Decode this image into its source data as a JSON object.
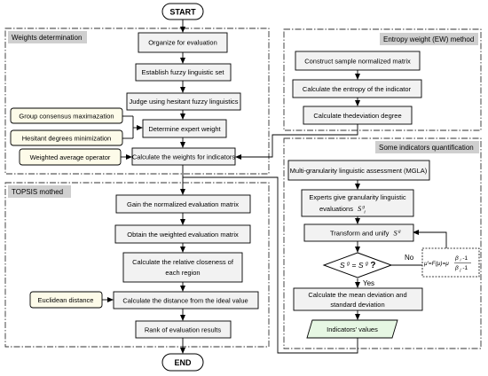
{
  "terminals": {
    "start": "START",
    "end": "END"
  },
  "sections": {
    "weights": "Weights determination",
    "entropy": "Entropy weight (EW) method",
    "topsis": "TOPSIS mothed",
    "indicators": "Some indicators quantification"
  },
  "weights_steps": {
    "organize": "Organize for evaluation",
    "establish": "Establish fuzzy linguistic set",
    "judge": "Judge using hesitant fuzzy linguistics",
    "determine": "Determine expert weight",
    "calculate": "Calculate  the weights for indicators"
  },
  "weights_inputs": {
    "group": "Group consensus maximazation",
    "hesitant": "Hesitant degrees minimization",
    "weighted": "Weighted average operator"
  },
  "entropy_steps": {
    "construct": "Construct sample normalized matrix",
    "entropy": "Calculate the entropy of the indicator",
    "deviation": "Calculate thedeviation degree"
  },
  "topsis_steps": {
    "gain": "Gain the normalized evaluation matrix",
    "obtain": "Obtain the weighted evaluation matrix",
    "closeness_1": "Calculate the relative closeness of",
    "closeness_2": "each region",
    "distance": "Calculate the distance from the ideal value",
    "rank": "Rank of evaluation results"
  },
  "topsis_inputs": {
    "euclidean": "Euclidean distance"
  },
  "indicator_steps": {
    "mgla": "Multi-granularity linguistic assessment (MGLA)",
    "experts_1": "Experts give granularity linguistic",
    "experts_2": "evaluations",
    "experts_sym": "S",
    "experts_sub": "i",
    "experts_sup": "g",
    "transform": "Transform and unify",
    "transform_sym": "S",
    "transform_sup": "g",
    "decision_a": "S",
    "decision_a_sup": "g",
    "decision_eq": "=",
    "decision_b": "S",
    "decision_b_sup": "g",
    "decision_q": "?",
    "no": "No",
    "yes": "Yes",
    "formula_left": "μ'=F(μ)=μ",
    "formula_num": "β",
    "formula_num_sub": "i",
    "formula_num_tail": "-1",
    "formula_den": "β",
    "formula_den_sub": "j",
    "formula_den_tail": "-1",
    "mean_1": "Calculate the mean deviation and",
    "mean_2": "standard deviation",
    "values": "Indicators' values"
  },
  "colors": {
    "box": "#f2f2f2",
    "input_box": "#fdfbe9",
    "output_box": "#e6f7e3",
    "section_label": "#cfcfcf",
    "line": "#000000"
  }
}
